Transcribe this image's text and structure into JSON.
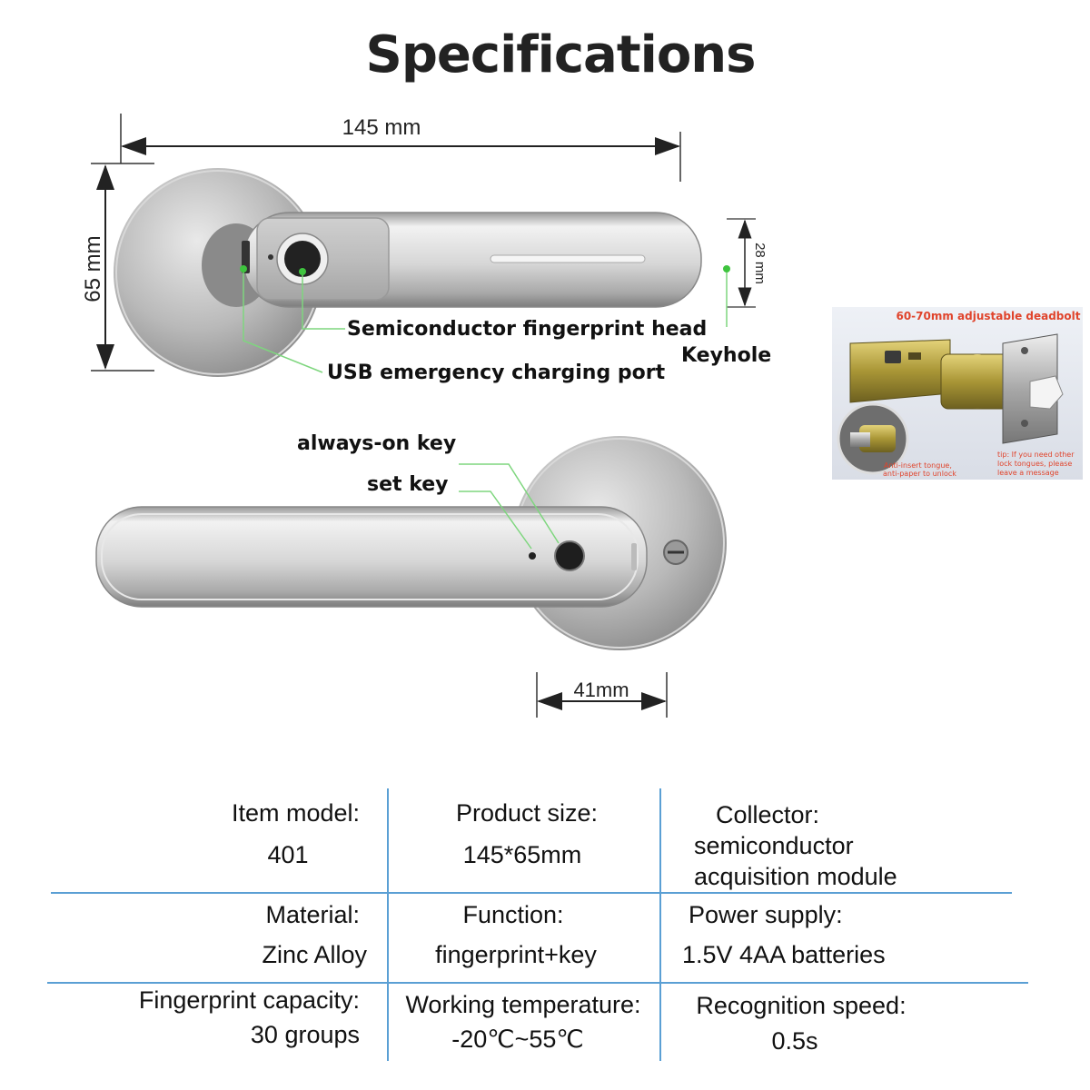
{
  "title": "Specifications",
  "dimensions": {
    "width": "145 mm",
    "height": "65 mm",
    "handle_height": "28 mm",
    "rose_width": "41mm"
  },
  "callouts": {
    "fingerprint_head": "Semiconductor fingerprint head",
    "usb_port": "USB emergency charging port",
    "keyhole": "Keyhole",
    "always_on_key": "always-on key",
    "set_key": "set key"
  },
  "inset": {
    "title": "60-70mm adjustable deadbolt",
    "note_left_1": "Anti-insert tongue,",
    "note_left_2": "anti-paper to unlock",
    "note_right_1": "tip:  If you need other",
    "note_right_2": "lock tongues, please",
    "note_right_3": "leave a message"
  },
  "specs": {
    "item_model_label": "Item model:",
    "item_model_value": "401",
    "product_size_label": "Product size:",
    "product_size_value": "145*65mm",
    "collector_label": "Collector:",
    "collector_value_1": "semiconductor",
    "collector_value_2": "acquisition module",
    "material_label": "Material:",
    "material_value": "Zinc Alloy",
    "function_label": "Function:",
    "function_value": "fingerprint+key",
    "power_label": "Power supply:",
    "power_value": "1.5V 4AA batteries",
    "capacity_label": "Fingerprint capacity:",
    "capacity_value": "30 groups",
    "temperature_label": "Working temperature:",
    "temperature_value": "-20℃~55℃",
    "recognition_label": "Recognition speed:",
    "recognition_value": "0.5s"
  },
  "colors": {
    "callout_line": "#7ed67e",
    "table_line": "#5a9fd4",
    "inset_title": "#e0442c"
  }
}
